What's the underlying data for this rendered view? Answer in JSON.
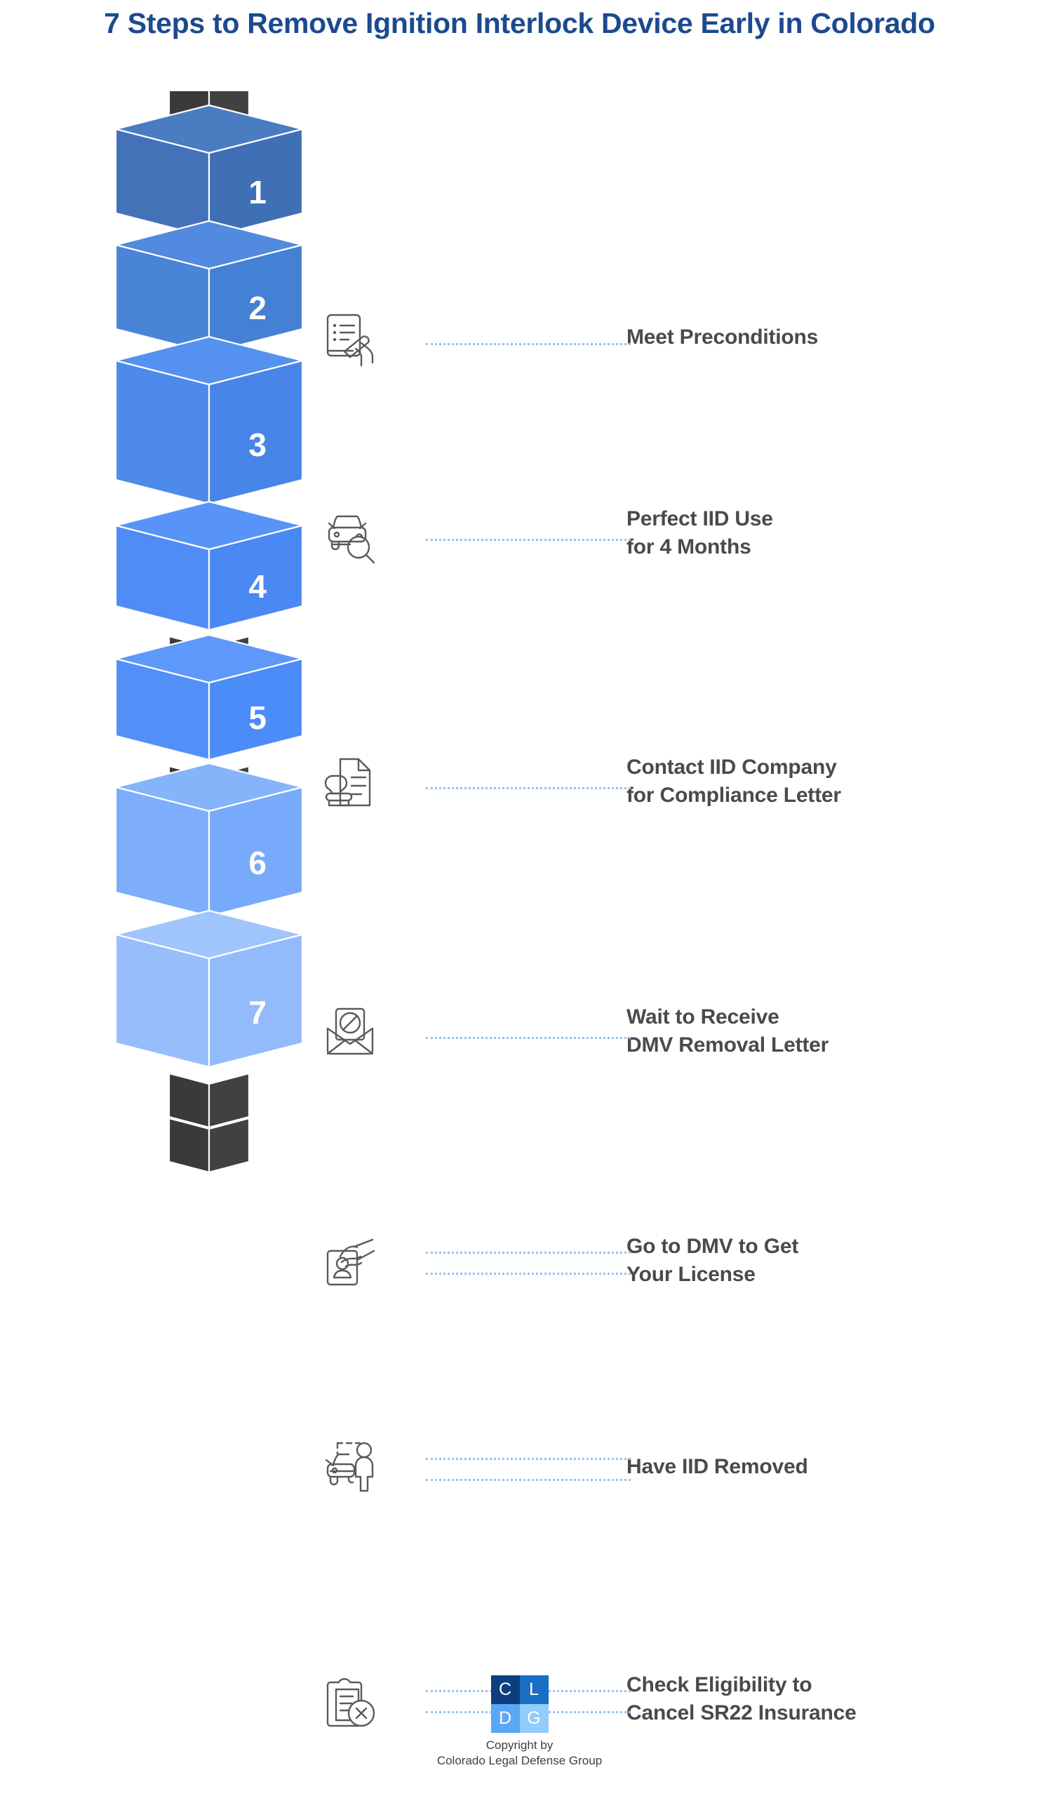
{
  "title": "7 Steps to Remove Ignition Interlock Device Early in Colorado",
  "colors": {
    "title": "#1c4a8f",
    "label_text": "#4a4a4a",
    "dotted_line": "#9cc0f0",
    "connector_dark": "#414141",
    "connector_dark_side": "#3a3a3a",
    "edge_white": "#ffffff",
    "icon_stroke": "#5a5a5a",
    "background": "#ffffff"
  },
  "steps": [
    {
      "number": "1",
      "label_line1": "Meet Preconditions",
      "label_line2": "",
      "icon": "checklist-pen-icon",
      "dot_lines": 1,
      "block_front": "#3f6fb5",
      "block_left": "#4472b8",
      "block_top": "#4a7cc2"
    },
    {
      "number": "2",
      "label_line1": "Perfect IID Use",
      "label_line2": "for 4 Months",
      "icon": "car-magnifier-icon",
      "dot_lines": 1,
      "block_front": "#4480d4",
      "block_left": "#4a84d6",
      "block_top": "#518ade"
    },
    {
      "number": "3",
      "label_line1": "Contact IID Company",
      "label_line2": "for Compliance Letter",
      "icon": "document-stamp-icon",
      "dot_lines": 1,
      "block_front": "#4786e8",
      "block_left": "#4d8aea",
      "block_top": "#5591ef"
    },
    {
      "number": "4",
      "label_line1": "Wait to Receive",
      "label_line2": "DMV Removal Letter",
      "icon": "envelope-letter-icon",
      "dot_lines": 1,
      "block_front": "#4a88f4",
      "block_left": "#4f8cf6",
      "block_top": "#5894f8"
    },
    {
      "number": "5",
      "label_line1": "Go to DMV to Get",
      "label_line2": "Your License",
      "icon": "hand-id-card-icon",
      "dot_lines": 2,
      "block_front": "#4c8cf8",
      "block_left": "#5190f9",
      "block_top": "#5d98fa"
    },
    {
      "number": "6",
      "label_line1": "Have IID Removed",
      "label_line2": "",
      "icon": "car-person-icon",
      "dot_lines": 2,
      "block_front": "#78aafb",
      "block_left": "#7dadfb",
      "block_top": "#86b4fb"
    },
    {
      "number": "7",
      "label_line1": "Check Eligibility to",
      "label_line2": "Cancel SR22 Insurance",
      "icon": "clipboard-cancel-icon",
      "dot_lines": 2,
      "block_front": "#93bbfb",
      "block_left": "#97befb",
      "block_top": "#a0c4fc"
    }
  ],
  "footer": {
    "logo_letters": [
      "C",
      "L",
      "D",
      "G"
    ],
    "copyright_line1": "Copyright by",
    "copyright_line2": "Colorado Legal Defense Group"
  }
}
